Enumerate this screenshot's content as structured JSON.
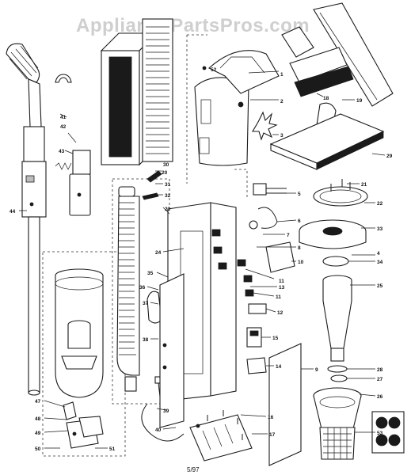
{
  "watermark": "AppliancePartsPros.com",
  "page_code": "5/97",
  "part_numbers": {
    "p1": "1",
    "p2": "2",
    "p3": "3",
    "p4": "4",
    "p5": "5",
    "p6": "6",
    "p7": "7",
    "p8": "8",
    "p9": "9",
    "p10": "10",
    "p11": "11",
    "p11b": "11",
    "p12": "12",
    "p13": "13",
    "p14": "14",
    "p15": "15",
    "p16": "16",
    "p17": "17",
    "p18": "18",
    "p19": "19",
    "p20": "20",
    "p21": "21",
    "p22": "22",
    "p23": "23",
    "p24": "24",
    "p25": "25",
    "p26": "26",
    "p27": "27",
    "p28": "28",
    "p29": "29",
    "p30": "30",
    "p31": "31",
    "p32": "32",
    "p33": "33",
    "p34": "34",
    "p35": "35",
    "p36": "36",
    "p37": "37",
    "p38": "38",
    "p39": "39",
    "p40": "40",
    "p41": "41",
    "p42": "42",
    "p43": "43",
    "p44": "44",
    "p47": "47",
    "p48": "48",
    "p49": "49",
    "p50": "50",
    "p51": "51",
    "p52": "52",
    "p53": "53"
  }
}
